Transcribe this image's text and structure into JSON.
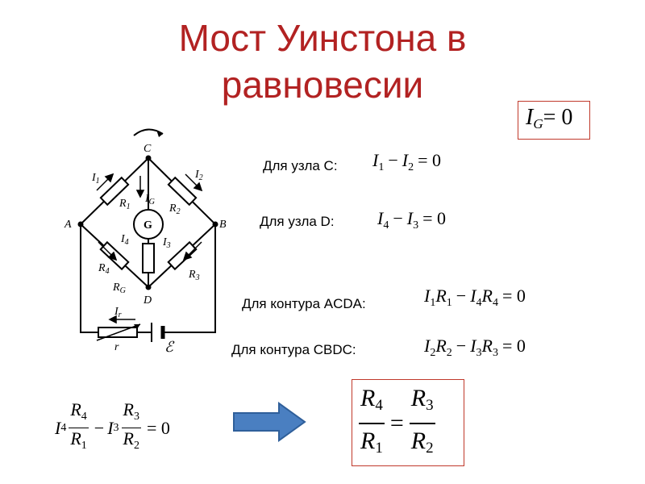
{
  "title": [
    "Мост Уинстона в",
    "равновесии"
  ],
  "ig_condition": {
    "symbol": "I",
    "sub": "G",
    "rest": "= 0"
  },
  "equations": [
    {
      "label": "Для узла С:",
      "expr": [
        {
          "v": "I",
          "s": "1"
        },
        {
          "op": "−"
        },
        {
          "v": "I",
          "s": "2"
        },
        {
          "op": "= 0"
        }
      ]
    },
    {
      "label": "Для узла D:",
      "expr": [
        {
          "v": "I",
          "s": "4"
        },
        {
          "op": "−"
        },
        {
          "v": "I",
          "s": "3"
        },
        {
          "op": "= 0"
        }
      ]
    },
    {
      "label": "Для контура ACDA:",
      "expr": [
        {
          "v": "I",
          "s": "1"
        },
        {
          "v": "R",
          "s": "1"
        },
        {
          "op": "−"
        },
        {
          "v": "I",
          "s": "4"
        },
        {
          "v": "R",
          "s": "4"
        },
        {
          "op": "= 0"
        }
      ]
    },
    {
      "label": "Для контура CBDC:",
      "expr": [
        {
          "v": "I",
          "s": "2"
        },
        {
          "v": "R",
          "s": "2"
        },
        {
          "op": "−"
        },
        {
          "v": "I",
          "s": "3"
        },
        {
          "v": "R",
          "s": "3"
        },
        {
          "op": "= 0"
        }
      ]
    }
  ],
  "combined": {
    "term1": {
      "coef": "I",
      "coef_sub": "4",
      "num": "R",
      "num_sub": "4",
      "den": "R",
      "den_sub": "1"
    },
    "op": "−",
    "term2": {
      "coef": "I",
      "coef_sub": "3",
      "num": "R",
      "num_sub": "3",
      "den": "R",
      "den_sub": "2"
    },
    "rest": "= 0"
  },
  "result": {
    "left": {
      "num": "R",
      "num_sub": "4",
      "den": "R",
      "den_sub": "1"
    },
    "eq": "=",
    "right": {
      "num": "R",
      "num_sub": "3",
      "den": "R",
      "den_sub": "2"
    }
  },
  "circuit": {
    "nodes": {
      "A": "A",
      "B": "B",
      "C": "C",
      "D": "D"
    },
    "galvanometer": "G",
    "currents": {
      "i1": "I",
      "i1s": "1",
      "i2": "I",
      "i2s": "2",
      "i3": "I",
      "i3s": "3",
      "i4": "I",
      "i4s": "4",
      "ig": "I",
      "igs": "G",
      "ir": "I",
      "irs": "r"
    },
    "resistors": {
      "r1": "R",
      "r1s": "1",
      "r2": "R",
      "r2s": "2",
      "r3": "R",
      "r3s": "3",
      "r4": "R",
      "r4s": "4",
      "rg": "R",
      "rgs": "G"
    },
    "rheostat": "r",
    "emf": "ℰ"
  },
  "colors": {
    "title": "#b22222",
    "box": "#c0392b",
    "arrow_fill": "#4a7fc1",
    "arrow_stroke": "#2f5f9a"
  }
}
